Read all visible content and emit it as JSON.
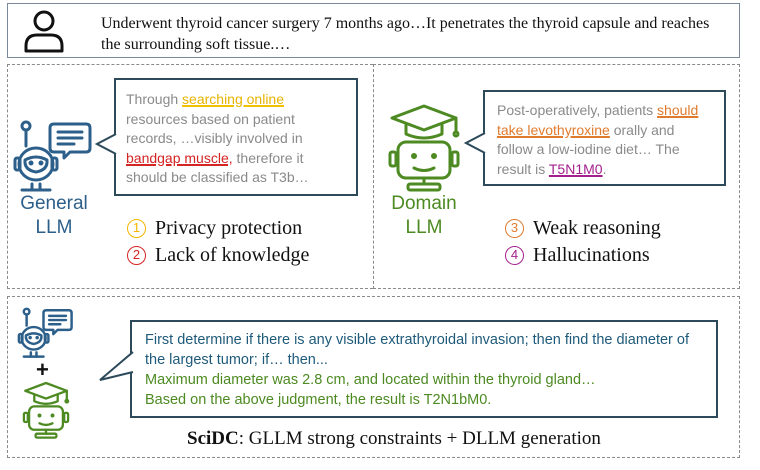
{
  "case_text": "Underwent thyroid cancer surgery 7 months ago…It penetrates the thyroid capsule and reaches the surrounding soft tissue.…",
  "general": {
    "label": "General LLM",
    "bubble": {
      "t1": "Through ",
      "h1": "searching online",
      "t2": " resources based on patient records, …visibly involved in ",
      "h2": "bandgap muscle,",
      "t3": " therefore it should be classified as T3b…"
    },
    "issues": [
      {
        "num": "1",
        "text": "Privacy protection"
      },
      {
        "num": "2",
        "text": "Lack of knowledge"
      }
    ]
  },
  "domain": {
    "label": "Domain LLM",
    "bubble": {
      "t1": "Post-operatively, patients ",
      "h1": "should take levothyroxine",
      "t2": " orally and follow a low-iodine diet… The result is ",
      "h2": "T5N1M0",
      "t3": "."
    },
    "issues": [
      {
        "num": "3",
        "text": "Weak reasoning"
      },
      {
        "num": "4",
        "text": "Hallucinations"
      }
    ]
  },
  "scidc": {
    "line1": "First determine if there is any visible extrathyroidal invasion; then find the diameter of the largest tumor; if… then...",
    "line2": "Maximum diameter was 2.8 cm, and located within the thyroid gland…",
    "line3": "Based on the above judgment, the result is T2N1bM0.",
    "plus": "+",
    "caption_bold": "SciDC",
    "caption_rest": ": GLLM strong constraints + DLLM generation"
  },
  "colors": {
    "general_blue": "#2c5f8a",
    "domain_green": "#4d8a22",
    "privacy": "#f2b600",
    "knowledge": "#d42424",
    "reasoning": "#e07b2e",
    "hallucination": "#a3218e"
  }
}
